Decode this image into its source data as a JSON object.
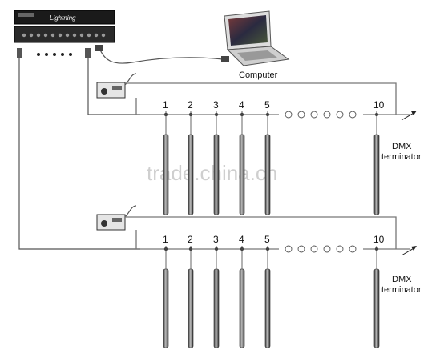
{
  "labels": {
    "computer": "Computer",
    "terminator_line1": "DMX",
    "terminator_line2": "terminator",
    "watermark": "trade.china.cn",
    "controller_brand": "Lightning"
  },
  "rows": [
    {
      "numbers": [
        "1",
        "2",
        "3",
        "4",
        "5"
      ],
      "last_number": "10"
    },
    {
      "numbers": [
        "1",
        "2",
        "3",
        "4",
        "5"
      ],
      "last_number": "10"
    }
  ]
}
